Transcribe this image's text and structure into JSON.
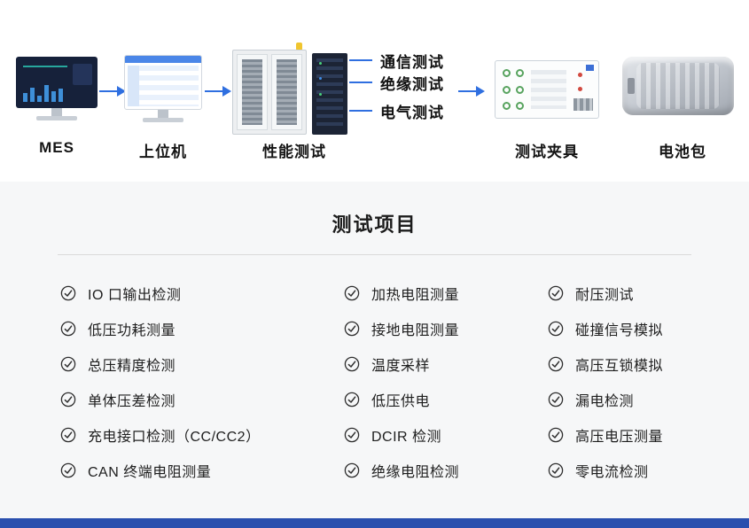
{
  "flow": {
    "nodes": [
      {
        "label": "MES"
      },
      {
        "label": "上位机"
      },
      {
        "label": "性能测试"
      },
      {
        "label": "测试夹具"
      },
      {
        "label": "电池包"
      }
    ],
    "branches": [
      "通信测试",
      "绝缘测试",
      "电气测试"
    ]
  },
  "section": {
    "title": "测试项目"
  },
  "test_items": {
    "columns": [
      {
        "items": [
          "IO 口输出检测",
          "低压功耗测量",
          "总压精度检测",
          "单体压差检测",
          "充电接口检测（CC/CC2）",
          "CAN 终端电阻测量"
        ]
      },
      {
        "items": [
          "加热电阻测量",
          "接地电阻测量",
          "温度采样",
          "低压供电",
          "DCIR 检测",
          "绝缘电阻检测"
        ]
      },
      {
        "items": [
          "耐压测试",
          "碰撞信号模拟",
          "高压互锁模拟",
          "漏电检测",
          "高压电压测量",
          "零电流检测"
        ]
      }
    ]
  },
  "colors": {
    "accent_blue": "#2f6fe0",
    "footer_blue": "#2a4fae",
    "check_color": "#2e2e2e"
  }
}
